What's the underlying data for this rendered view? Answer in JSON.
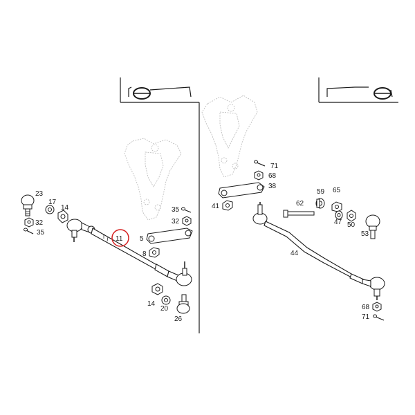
{
  "diagram": {
    "highlight_color": "#d62020",
    "left_panel": {
      "parts": {
        "p23": "23",
        "p17": "17",
        "p14a": "14",
        "p32a": "32",
        "p35a": "35",
        "p11": "11",
        "p35b": "35",
        "p32b": "32",
        "p5": "5",
        "p8": "8",
        "p14b": "14",
        "p20": "20",
        "p26": "26"
      },
      "highlighted_part": "11",
      "icon": "steering-wheel-icon"
    },
    "right_panel": {
      "parts": {
        "p71a": "71",
        "p68a": "68",
        "p38": "38",
        "p41": "41",
        "p62": "62",
        "p59": "59",
        "p65": "65",
        "p47": "47",
        "p50": "50",
        "p53": "53",
        "p44": "44",
        "p68b": "68",
        "p71b": "71"
      },
      "icon": "steering-wheel-icon"
    }
  }
}
